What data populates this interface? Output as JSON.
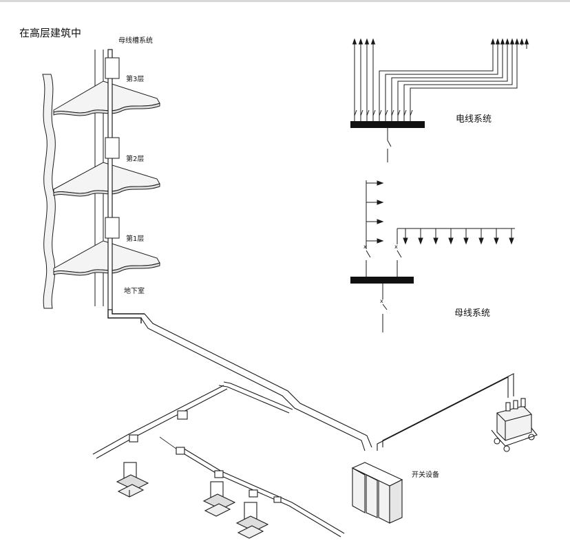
{
  "title": "在高层建筑中",
  "building": {
    "busway_label": "母线槽系统",
    "floor3": "第3层",
    "floor2": "第2层",
    "floor1": "第1层",
    "basement": "地下室"
  },
  "cable_system_label": "电线系统",
  "busbar_system_label": "母线系统",
  "switchgear_label": "开关设备",
  "colors": {
    "line": "#1a1a1a",
    "bar": "#111111",
    "background": "#ffffff"
  }
}
